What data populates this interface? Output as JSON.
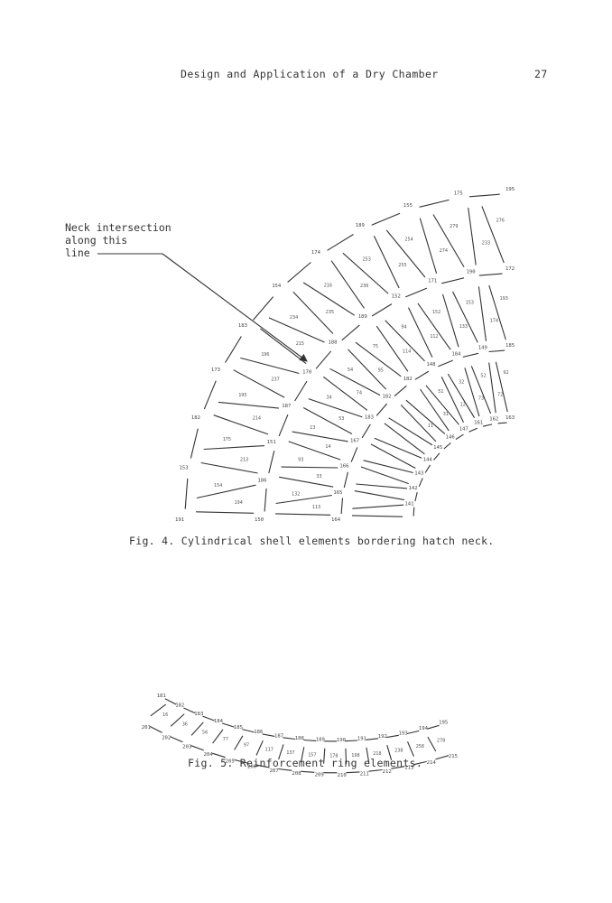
{
  "header": {
    "running_title": "Design and Application of a Dry Chamber",
    "page_number": "27"
  },
  "figure4": {
    "caption": "Fig. 4.  Cylindrical shell elements bordering hatch neck.",
    "callout": [
      "Neck intersection",
      "along this",
      "line"
    ],
    "node_labels": [
      "195",
      "175",
      "155",
      "189",
      "174",
      "154",
      "183",
      "173",
      "182",
      "153",
      "191",
      "172",
      "190",
      "171",
      "152",
      "189",
      "188",
      "170",
      "187",
      "151",
      "186",
      "150",
      "185",
      "149",
      "184",
      "148",
      "182",
      "182",
      "183",
      "167",
      "166",
      "165",
      "164",
      "163",
      "162",
      "161",
      "147",
      "146",
      "145",
      "144",
      "143",
      "142",
      "141"
    ],
    "element_labels": [
      "233",
      "276",
      "274",
      "279",
      "255",
      "254",
      "236",
      "253",
      "235",
      "216",
      "215",
      "234",
      "237",
      "196",
      "214",
      "195",
      "213",
      "175",
      "194",
      "154",
      "174",
      "193",
      "133",
      "153",
      "112",
      "152",
      "114",
      "94",
      "95",
      "75",
      "74",
      "54",
      "53",
      "34",
      "14",
      "13",
      "33",
      "93",
      "113",
      "132",
      "72",
      "92",
      "73",
      "52",
      "12",
      "32",
      "31",
      "51",
      "11"
    ]
  },
  "figure5": {
    "caption": "Fig. 5.  Reinforcement ring elements.",
    "node_labels": [
      "181",
      "182",
      "183",
      "184",
      "185",
      "186",
      "187",
      "188",
      "189",
      "190",
      "191",
      "192",
      "193",
      "194",
      "195",
      "201",
      "202",
      "203",
      "204",
      "205",
      "206",
      "207",
      "208",
      "209",
      "210",
      "211",
      "212",
      "213",
      "214",
      "215"
    ],
    "element_labels": [
      "16",
      "36",
      "56",
      "77",
      "97",
      "117",
      "137",
      "157",
      "178",
      "198",
      "218",
      "238",
      "258",
      "278"
    ]
  }
}
